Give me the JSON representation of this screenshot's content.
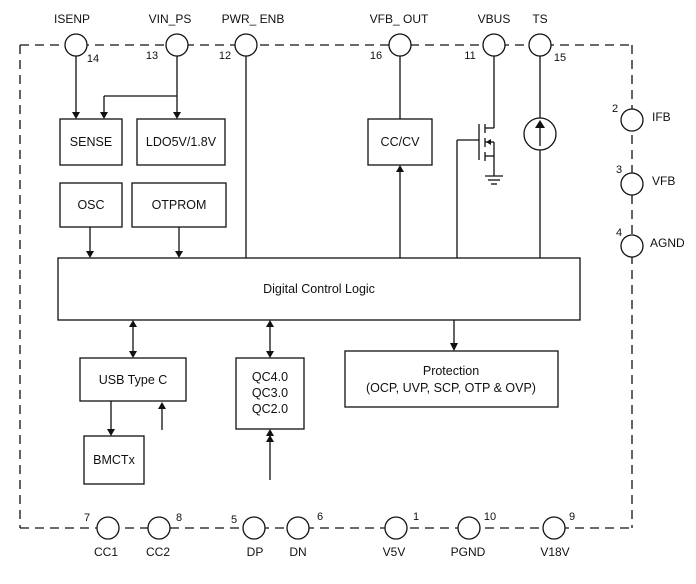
{
  "pins": {
    "isenp": {
      "name": "ISENP",
      "number": "14"
    },
    "vin_ps": {
      "name": "VIN_PS",
      "number": "13"
    },
    "pwr_enb": {
      "name": "PWR_ ENB",
      "number": "12"
    },
    "vfb_out": {
      "name": "VFB_ OUT",
      "number": "16"
    },
    "vbus": {
      "name": "VBUS",
      "number": "11"
    },
    "ts": {
      "name": "TS",
      "number": "15"
    },
    "ifb": {
      "name": "IFB",
      "number": "2"
    },
    "vfb": {
      "name": "VFB",
      "number": "3"
    },
    "agnd": {
      "name": "AGND",
      "number": "4"
    },
    "cc1": {
      "name": "CC1",
      "number": "7"
    },
    "cc2": {
      "name": "CC2",
      "number": "8"
    },
    "dp": {
      "name": "DP",
      "number": "5"
    },
    "dn": {
      "name": "DN",
      "number": "6"
    },
    "v5v": {
      "name": "V5V",
      "number": "1"
    },
    "pgnd": {
      "name": "PGND",
      "number": "10"
    },
    "v18v": {
      "name": "V18V",
      "number": "9"
    }
  },
  "blocks": {
    "sense": "SENSE",
    "ldo": "LDO5V/1.8V",
    "osc": "OSC",
    "otprom": "OTPROM",
    "cccv": "CC/CV",
    "digital_control_logic": "Digital Control Logic",
    "usb_type_c": "USB Type C",
    "bmctx": "BMCTx",
    "qc": [
      "QC4.0",
      "QC3.0",
      "QC2.0"
    ],
    "protection": [
      "Protection",
      "(OCP, UVP, SCP, OTP & OVP)"
    ]
  }
}
